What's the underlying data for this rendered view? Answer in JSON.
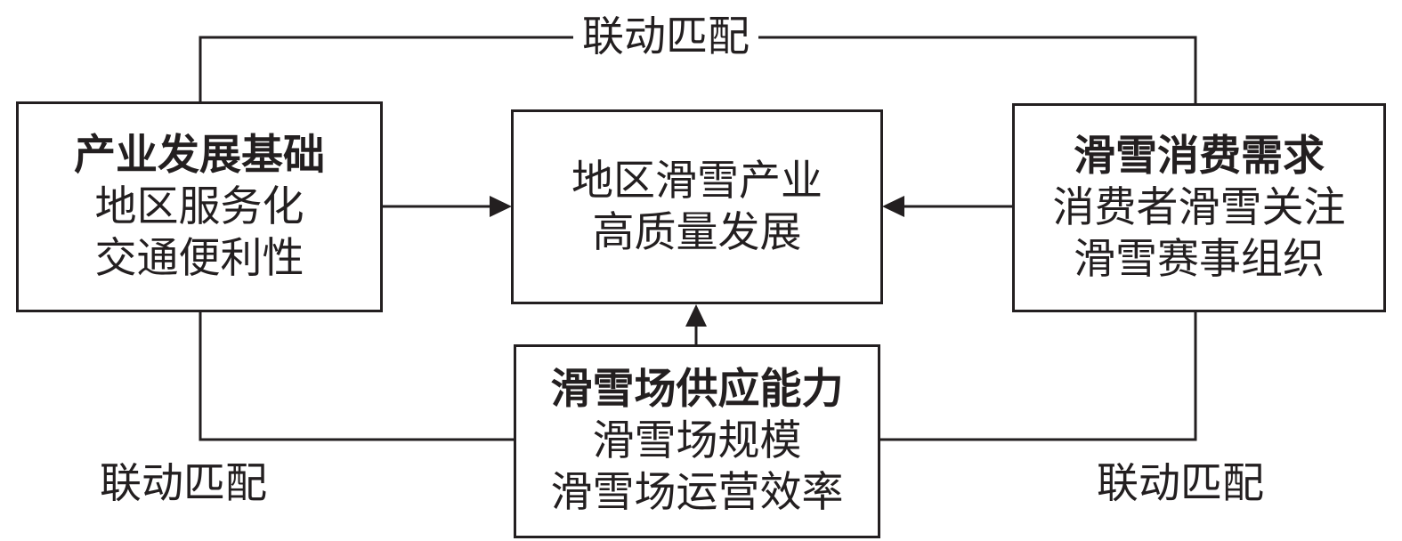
{
  "diagram": {
    "center": {
      "lines": [
        "地区滑雪产业",
        "高质量发展"
      ]
    },
    "left": {
      "title": "产业发展基础",
      "lines": [
        "地区服务化",
        "交通便利性"
      ]
    },
    "right": {
      "title": "滑雪消费需求",
      "lines": [
        "消费者滑雪关注",
        "滑雪赛事组织"
      ]
    },
    "bottom": {
      "title": "滑雪场供应能力",
      "lines": [
        "滑雪场规模",
        "滑雪场运营效率"
      ]
    },
    "link_labels": {
      "top": "联动匹配",
      "bottom_left": "联动匹配",
      "bottom_right": "联动匹配"
    }
  }
}
